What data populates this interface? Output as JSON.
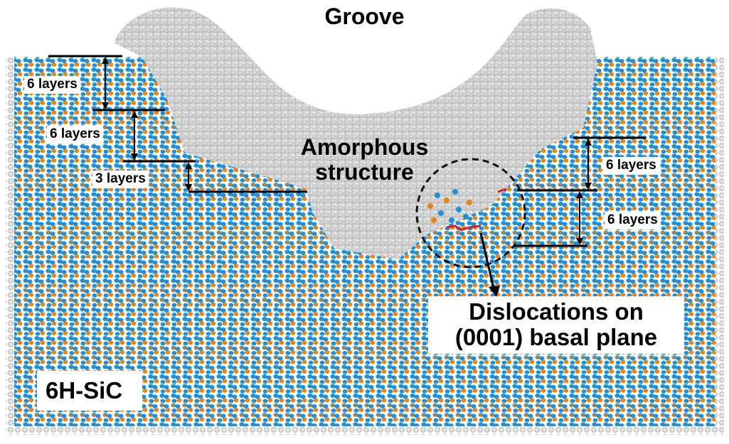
{
  "figure": {
    "title": "Groove",
    "material_label": "6H-SiC",
    "region_label_line1": "Amorphous",
    "region_label_line2": "structure",
    "callout_line1": "Dislocations on",
    "callout_line2": "(0001) basal plane",
    "left_step_labels": [
      "6 layers",
      "6 layers",
      "3 layers"
    ],
    "right_step_labels": [
      "6 layers",
      "6 layers"
    ],
    "colors": {
      "si_atom": "#1e8fd8",
      "c_atom": "#e8860f",
      "amorphous_atom": "#c8c8c8",
      "dislocation": "#d8202a",
      "annotation": "#000000",
      "background": "#ffffff"
    },
    "icons": [
      "double-arrow-icon",
      "dashed-circle-icon",
      "pointer-arrow-icon"
    ]
  }
}
